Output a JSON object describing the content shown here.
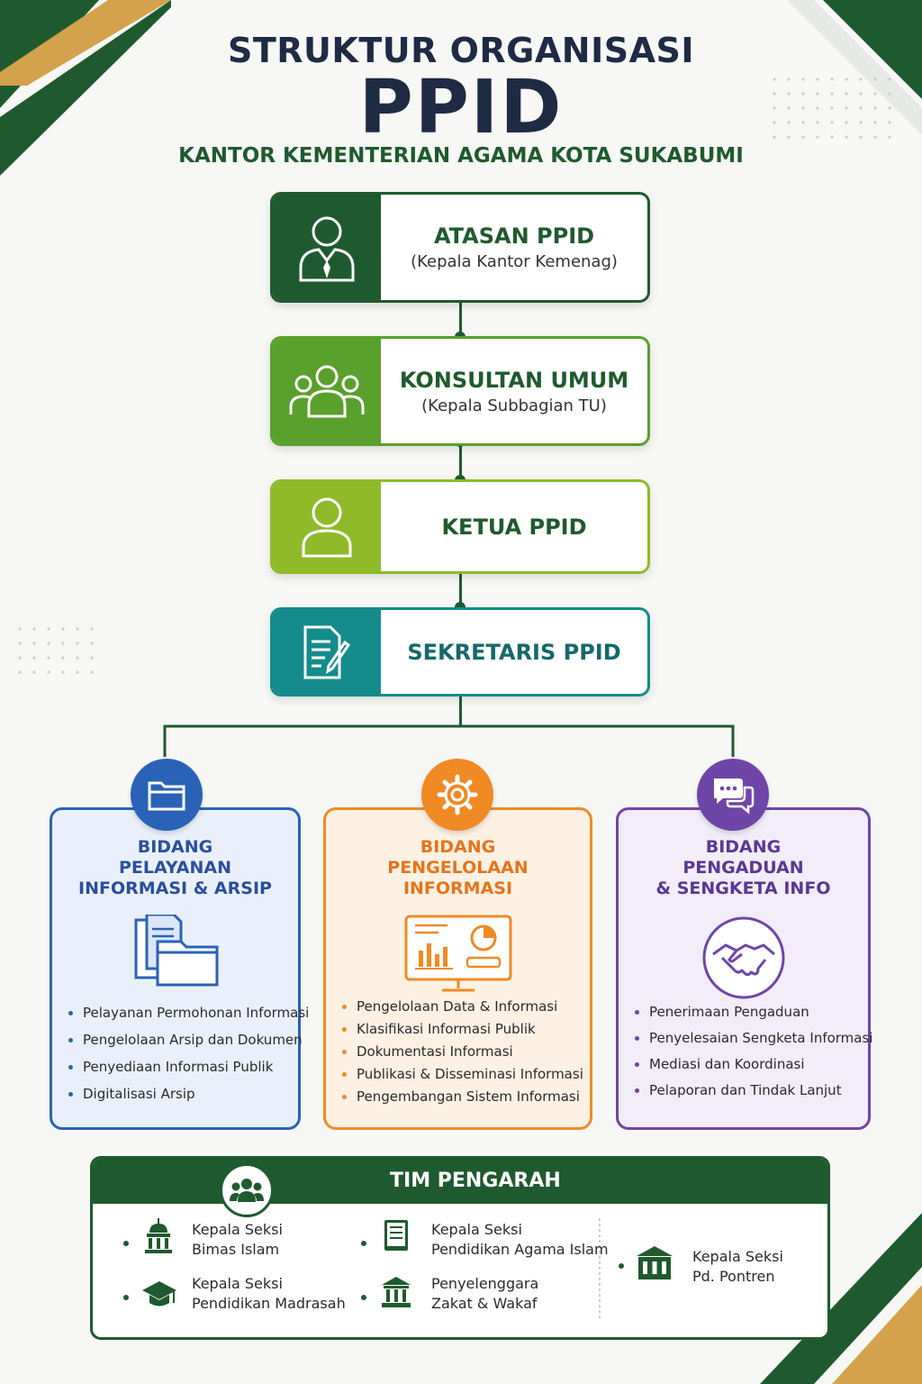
{
  "header": {
    "line1": "STRUKTUR ORGANISASI",
    "line2": "PPID",
    "line3": "KANTOR KEMENTERIAN AGAMA KOTA SUKABUMI"
  },
  "colors": {
    "dark_green": "#1f5a2f",
    "green": "#5aa02c",
    "lime": "#8fba2a",
    "teal": "#158b8b",
    "blue": "#2a62b8",
    "orange": "#f08a24",
    "purple": "#6f45a8",
    "navy": "#1f2a44",
    "gold": "#d4a24c"
  },
  "chain": [
    {
      "title": "ATASAN PPID",
      "subtitle": "(Kepala Kantor Kemenag)",
      "icon": "manager-person-icon"
    },
    {
      "title": "KONSULTAN UMUM",
      "subtitle": "(Kepala Subbagian TU)",
      "icon": "group-people-icon"
    },
    {
      "title": "KETUA PPID",
      "subtitle": "",
      "icon": "person-icon"
    },
    {
      "title": "SEKRETARIS PPID",
      "subtitle": "",
      "icon": "document-pen-icon"
    }
  ],
  "bidang": [
    {
      "title_lines": [
        "BIDANG",
        "PELAYANAN",
        "INFORMASI & ARSIP"
      ],
      "icon": "folder-icon",
      "illustration": "documents-folder-icon",
      "items": [
        "Pelayanan Permohonan Informasi",
        "Pengelolaan Arsip dan Dokumen",
        "Penyediaan Informasi Publik",
        "Digitalisasi Arsip"
      ]
    },
    {
      "title_lines": [
        "BIDANG",
        "PENGELOLAAN",
        "INFORMASI"
      ],
      "icon": "gear-icon",
      "illustration": "monitor-charts-icon",
      "items": [
        "Pengelolaan Data & Informasi",
        "Klasifikasi Informasi Publik",
        "Dokumentasi Informasi",
        "Publikasi & Disseminasi Informasi",
        "Pengembangan Sistem Informasi"
      ]
    },
    {
      "title_lines": [
        "BIDANG",
        "PENGADUAN",
        "& SENGKETA INFO"
      ],
      "icon": "chat-bubbles-icon",
      "illustration": "handshake-icon",
      "items": [
        "Penerimaan Pengaduan",
        "Penyelesaian Sengketa Informasi",
        "Mediasi dan Koordinasi",
        "Pelaporan dan Tindak Lanjut"
      ]
    }
  ],
  "tim": {
    "title": "TIM PENGARAH",
    "icon": "team-icon",
    "members": [
      {
        "line1": "Kepala Seksi",
        "line2": "Bimas Islam",
        "icon": "mosque-icon"
      },
      {
        "line1": "Kepala Seksi",
        "line2": "Pendidikan Madrasah",
        "icon": "graduation-cap-icon"
      },
      {
        "line1": "Kepala Seksi",
        "line2": "Pendidikan Agama Islam",
        "icon": "book-icon"
      },
      {
        "line1": "Penyelenggara",
        "line2": "Zakat & Wakaf",
        "icon": "institution-icon"
      },
      {
        "line1": "Kepala Seksi",
        "line2": "Pd. Pontren",
        "icon": "building-icon"
      }
    ]
  }
}
